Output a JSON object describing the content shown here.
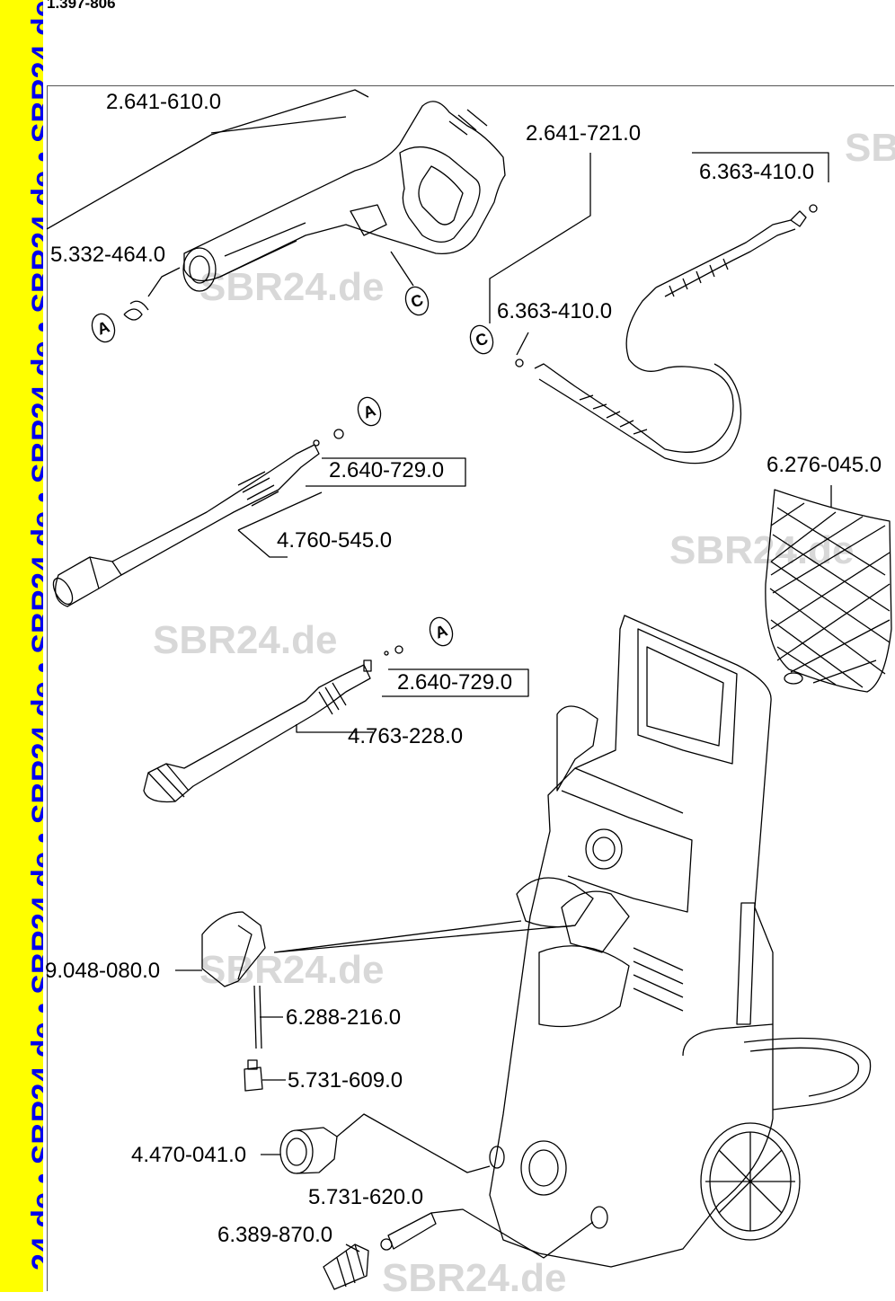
{
  "document": {
    "id": "1.397-806"
  },
  "sidebar": {
    "watermark_text": "24.de • SBR24.de • SBR24.de • SBR24.de • SBR24.de • SBR24.de • SBR24.de • SBR24.de • SBR2"
  },
  "watermarks": [
    "SBR24.de",
    "SBR24.de",
    "SBR24.de",
    "SBR24.de",
    "SBR24.de",
    "SB"
  ],
  "parts": [
    {
      "number": "2.641-610.0"
    },
    {
      "number": "2.641-721.0"
    },
    {
      "number": "6.363-410.0"
    },
    {
      "number": "5.332-464.0"
    },
    {
      "number": "6.363-410.0"
    },
    {
      "number": "2.640-729.0"
    },
    {
      "number": "4.760-545.0"
    },
    {
      "number": "6.276-045.0"
    },
    {
      "number": "2.640-729.0"
    },
    {
      "number": "4.763-228.0"
    },
    {
      "number": "9.048-080.0"
    },
    {
      "number": "6.288-216.0"
    },
    {
      "number": "5.731-609.0"
    },
    {
      "number": "4.470-041.0"
    },
    {
      "number": "5.731-620.0"
    },
    {
      "number": "6.389-870.0"
    }
  ],
  "connectors": [
    "A",
    "C",
    "C",
    "A",
    "A"
  ]
}
